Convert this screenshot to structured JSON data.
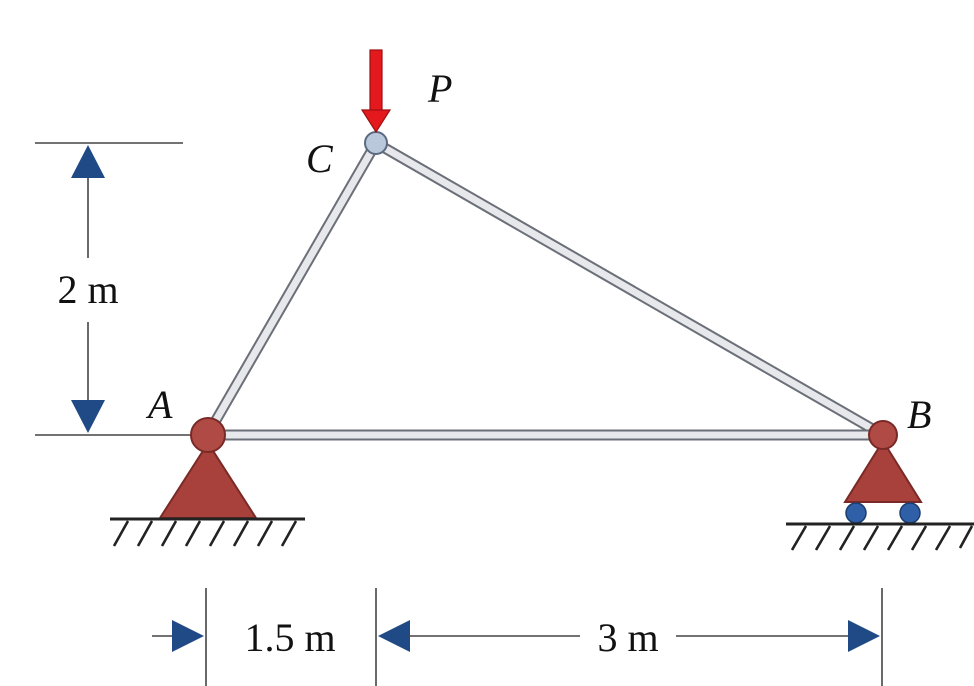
{
  "labels": {
    "node_a": "A",
    "node_b": "B",
    "node_c": "C",
    "load": "P"
  },
  "dimensions": {
    "height": "2 m",
    "left_span": "1.5 m",
    "right_span": "3 m"
  },
  "colors": {
    "member_fill": "#e6e8ec",
    "member_outline": "#6b6f78",
    "support_fill": "#a8403b",
    "support_outline": "#7a2a26",
    "pin_fill": "#b04a44",
    "node_c_fill": "#b9c8da",
    "roller_fill": "#2f5fa6",
    "load_arrow": "#e3191d",
    "dimension_arrow": "#1f4a86",
    "line": "#333333"
  }
}
